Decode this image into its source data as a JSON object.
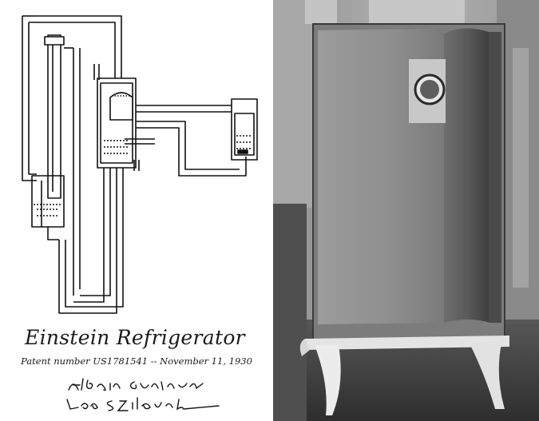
{
  "caption": {
    "title": "Einstein Refrigerator",
    "patent_line": "Patent number US1781541 -- November 11, 1930"
  },
  "signatures": {
    "first": "Albert Einstein",
    "second": "Leo Szilard"
  }
}
